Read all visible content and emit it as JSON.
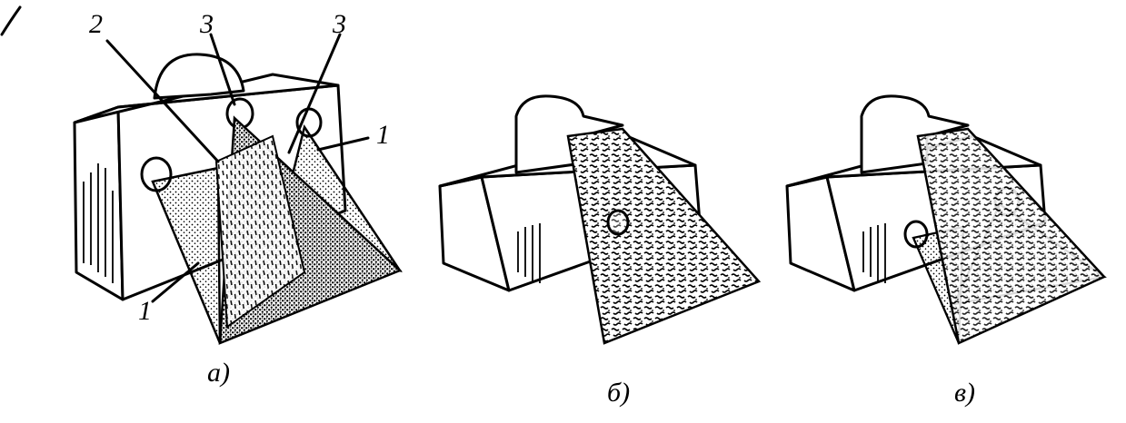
{
  "figure": {
    "panels": [
      {
        "id": "a",
        "caption": "а)",
        "callouts": [
          "1",
          "1",
          "2",
          "3",
          "3"
        ]
      },
      {
        "id": "b",
        "caption": "б)"
      },
      {
        "id": "v",
        "caption": "в)"
      }
    ],
    "colors": {
      "ink": "#000000",
      "paper": "#ffffff"
    }
  }
}
